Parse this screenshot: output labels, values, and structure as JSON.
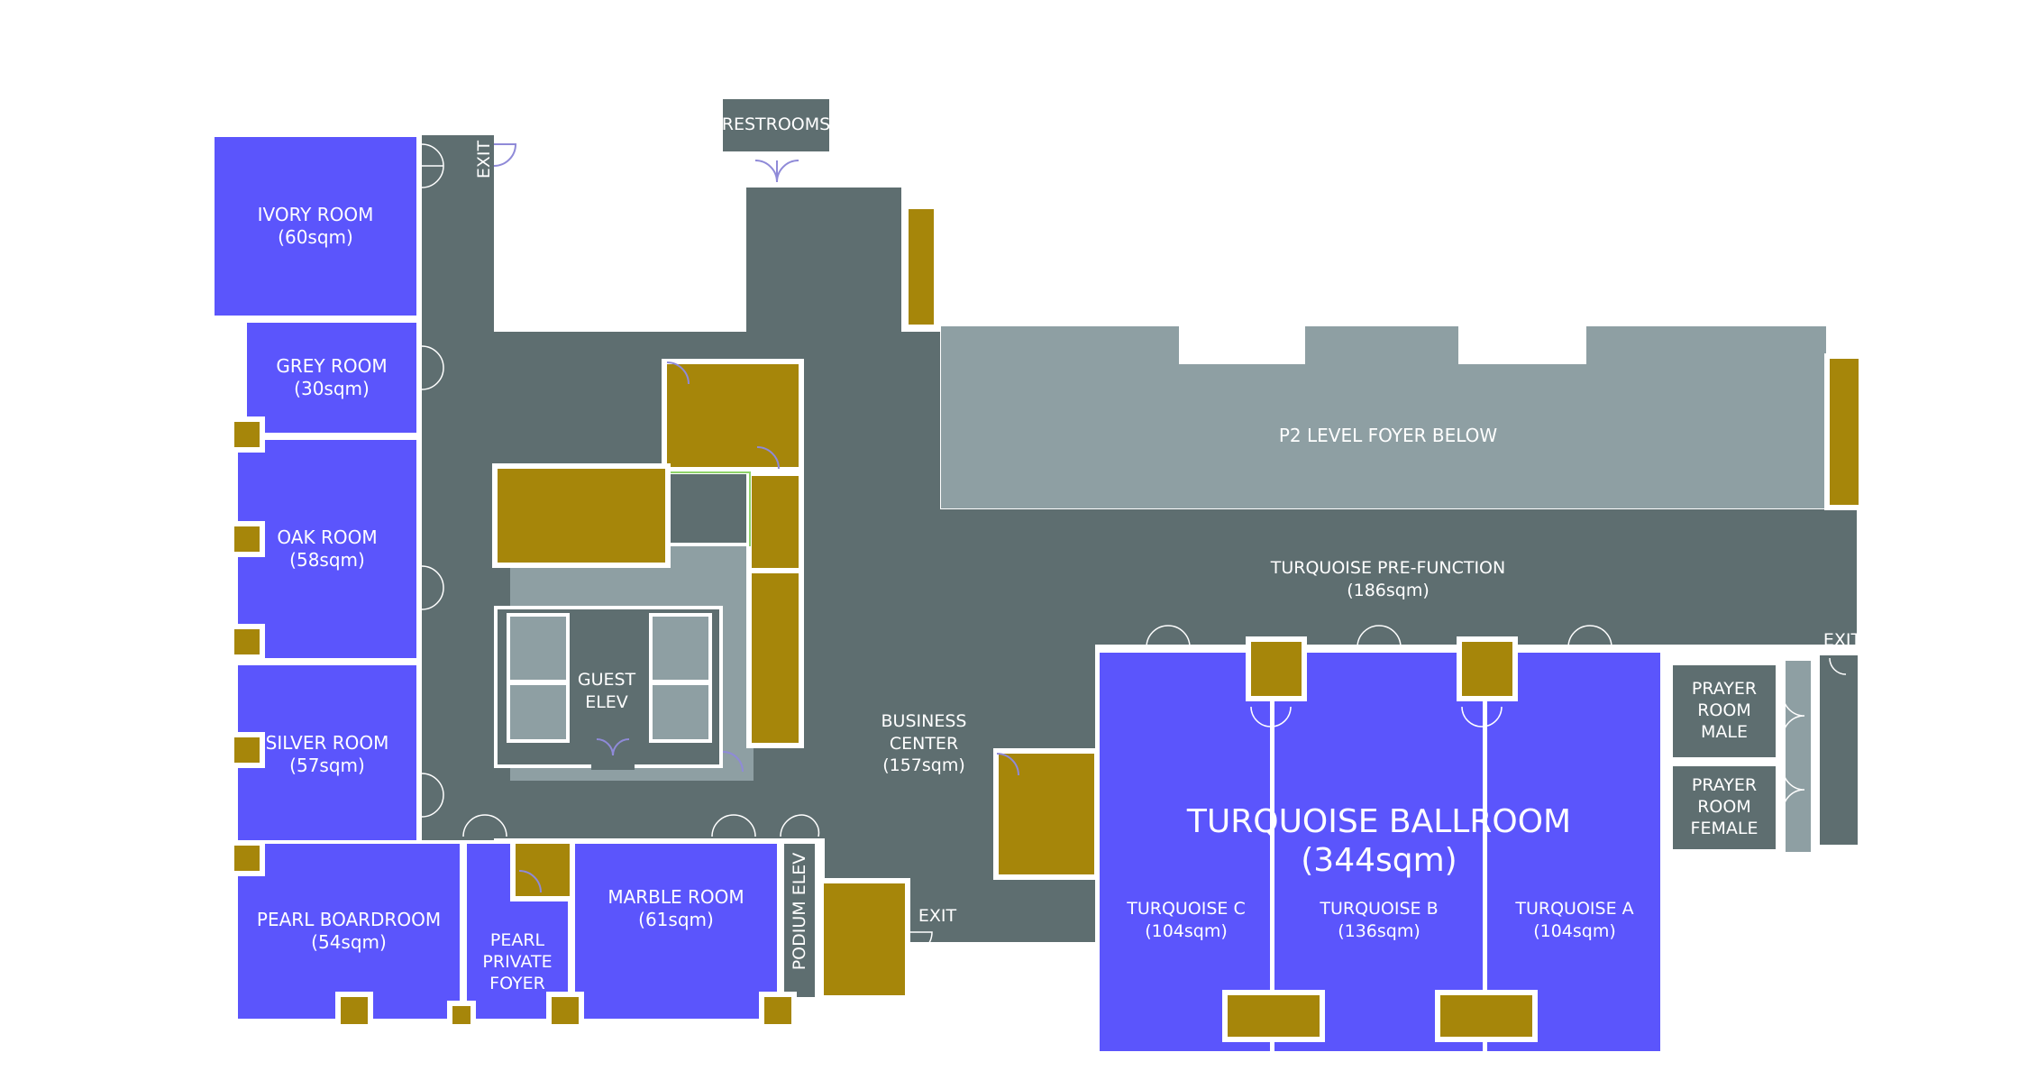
{
  "rooms": {
    "ivory": {
      "name": "IVORY ROOM",
      "area": "(60sqm)"
    },
    "grey": {
      "name": "GREY ROOM",
      "area": "(30sqm)"
    },
    "oak": {
      "name": "OAK ROOM",
      "area": "(58sqm)"
    },
    "silver": {
      "name": "SILVER ROOM",
      "area": "(57sqm)"
    },
    "pearl_boardroom": {
      "name": "PEARL BOARDROOM",
      "area": "(54sqm)"
    },
    "pearl_foyer": {
      "name": "PEARL\nPRIVATE\nFOYER"
    },
    "marble": {
      "name": "MARBLE ROOM",
      "area": "(61sqm)"
    },
    "restrooms": {
      "name": "RESTROOMS"
    },
    "p2_foyer": {
      "name": "P2 LEVEL FOYER BELOW"
    },
    "prefunction": {
      "name": "TURQUOISE PRE-FUNCTION",
      "area": "(186sqm)"
    },
    "business": {
      "name": "BUSINESS\nCENTER",
      "area": "(157sqm)"
    },
    "guest_elev": {
      "name": "GUEST\nELEV"
    },
    "podium_elev": {
      "name": "PODIUM ELEV"
    },
    "ballroom": {
      "name": "TURQUOISE BALLROOM",
      "area": "(344sqm)"
    },
    "turquoise_c": {
      "name": "TURQUOISE C",
      "area": "(104sqm)"
    },
    "turquoise_b": {
      "name": "TURQUOISE B",
      "area": "(136sqm)"
    },
    "turquoise_a": {
      "name": "TURQUOISE A",
      "area": "(104sqm)"
    },
    "prayer_male": {
      "name": "PRAYER\nROOM\nMALE"
    },
    "prayer_female": {
      "name": "PRAYER\nROOM\nFEMALE"
    }
  },
  "exits": {
    "top": "EXIT",
    "bottom": "EXIT",
    "right": "EXIT"
  },
  "colors": {
    "meeting_room": "#5b55fc",
    "corridor": "#5e6e70",
    "foyer_below": "#8e9fa3",
    "storage": "#a6860a"
  }
}
